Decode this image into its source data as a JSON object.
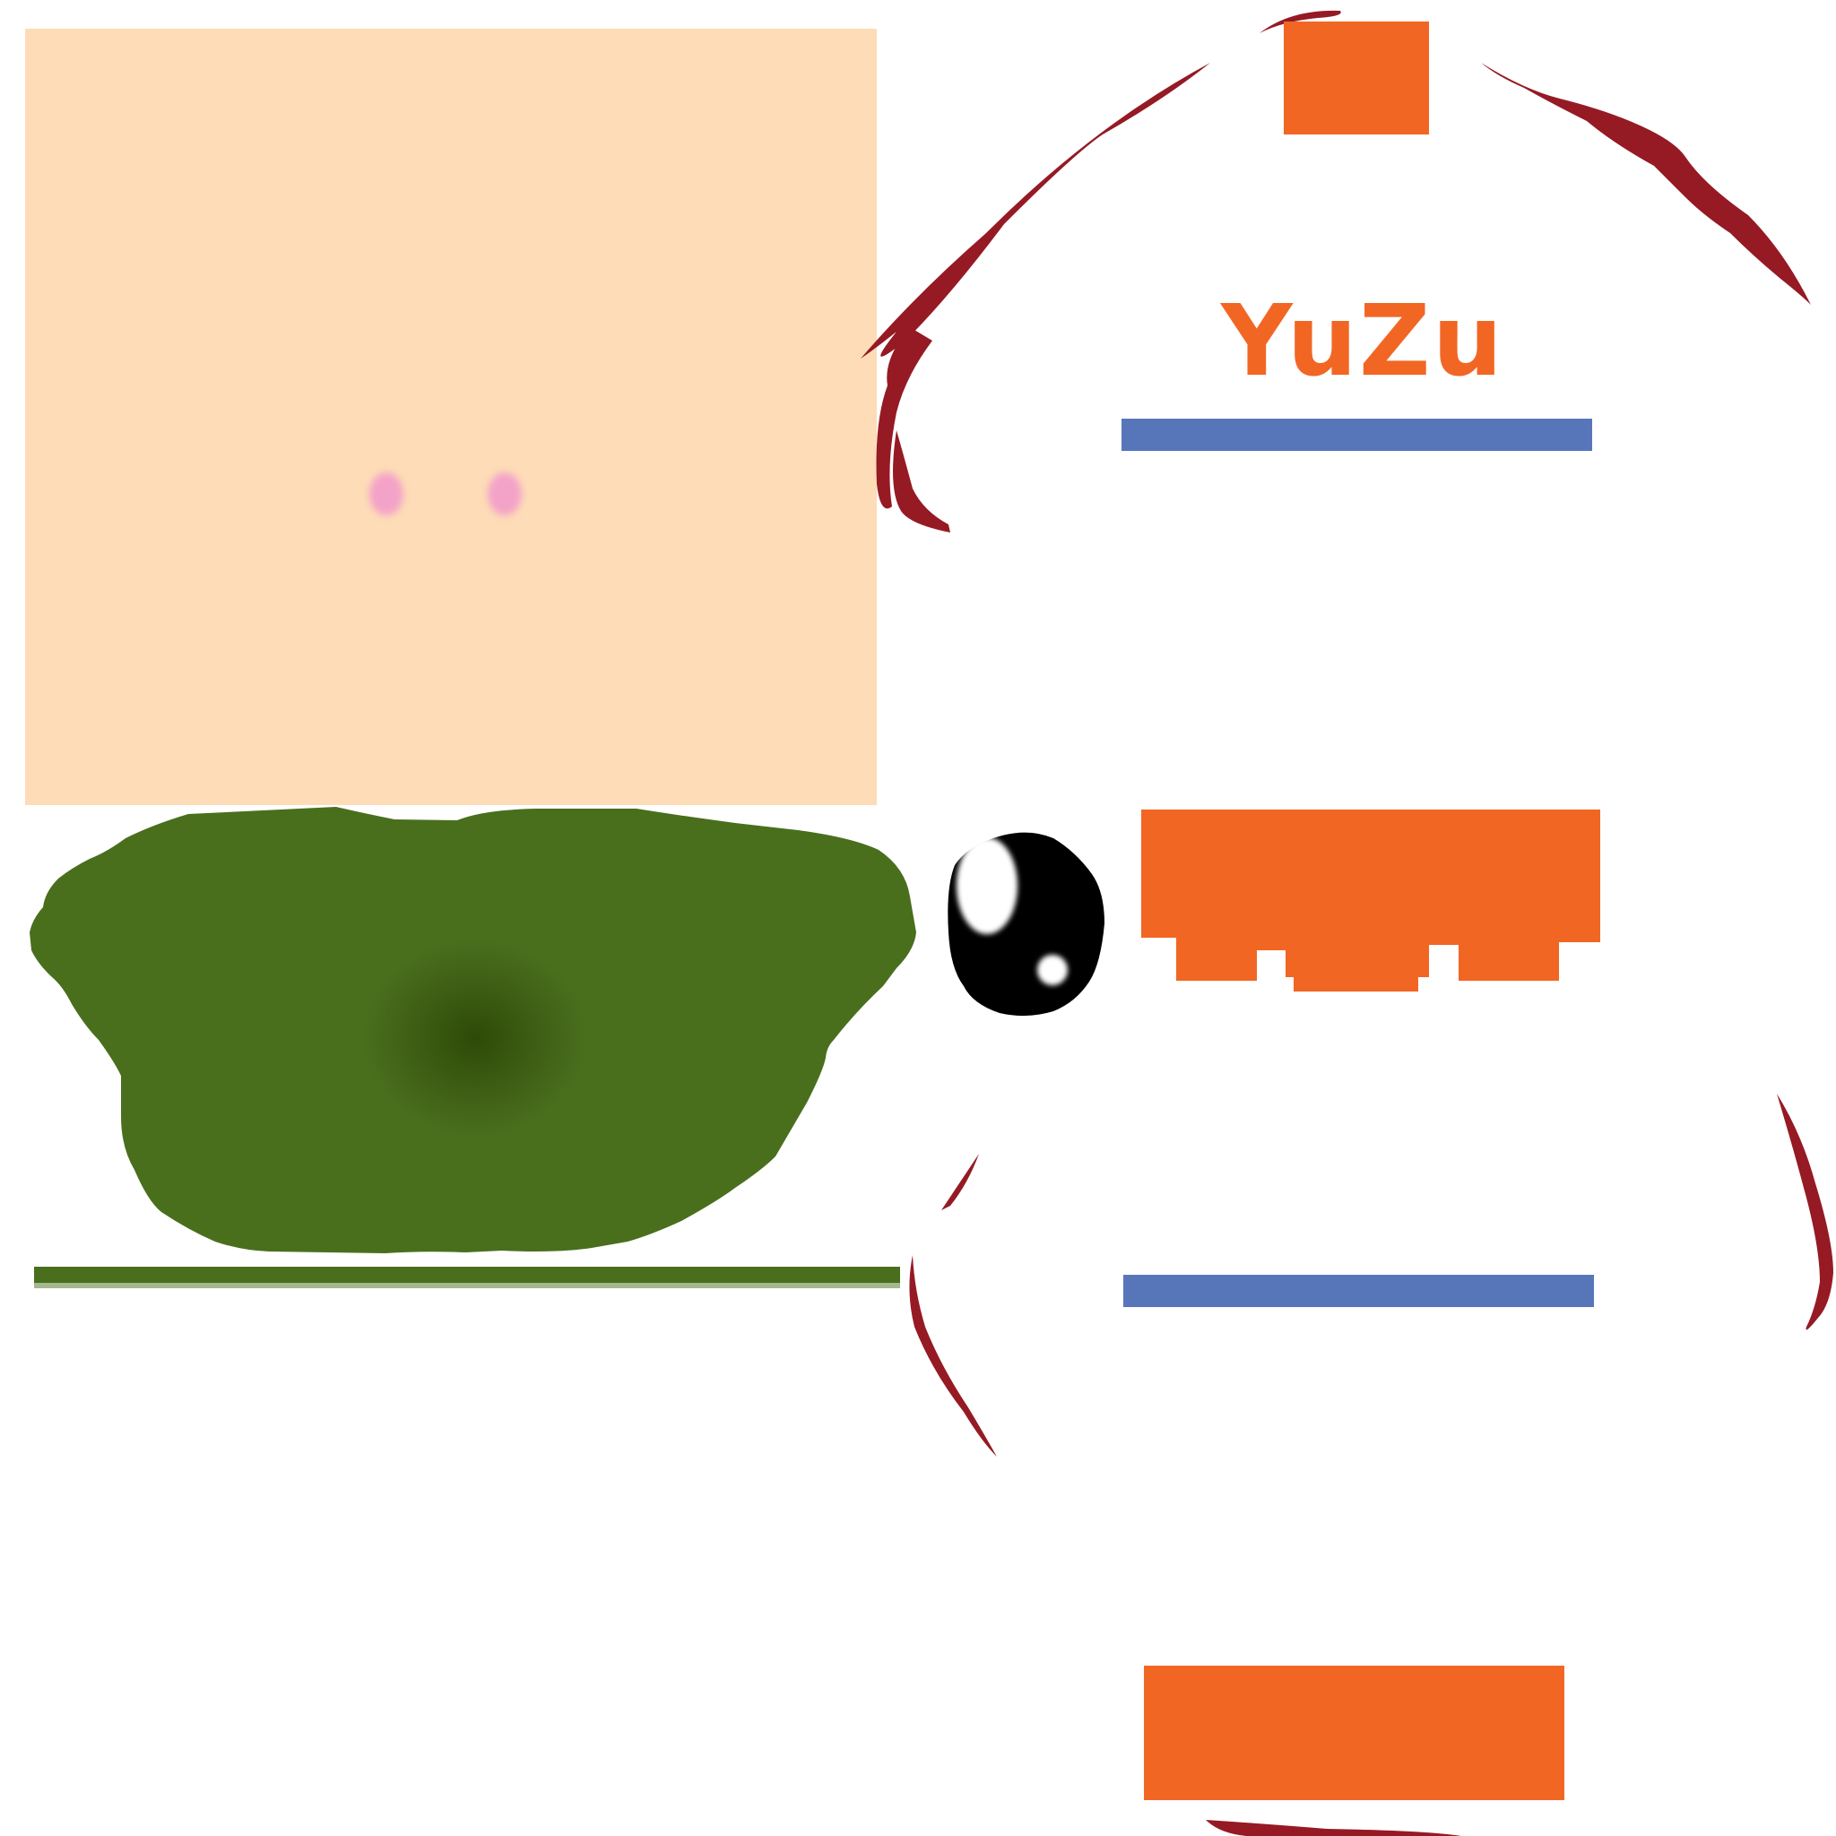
{
  "texture_sheet": {
    "logo_text": "YuZu",
    "colors": {
      "skin": "#FDDCB7",
      "blush": "#F4A3C8",
      "leaf": "#496F1D",
      "leaf_shadow": "#2F4A08",
      "orange": "#F26624",
      "blue": "#5776BA",
      "outline": "#951A24",
      "eye": "#000000",
      "highlight": "#FFFFFF",
      "background": "#FFFFFF"
    },
    "icons": [
      "face-skin-panel",
      "leaf-texture",
      "eye",
      "rice-wrap-outline"
    ]
  }
}
